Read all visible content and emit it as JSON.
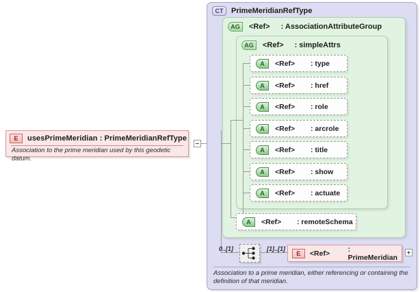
{
  "diagram": {
    "title": "PrimeMeridianRefType",
    "source_element": {
      "badge": "E",
      "label": "usesPrimeMeridian : PrimeMeridianRefType",
      "documentation": "Association to the prime meridian used by this geodetic datum.",
      "collapse_control": "minus"
    },
    "complex_type": {
      "badge": "CT",
      "name": "PrimeMeridianRefType",
      "documentation": "Association to a prime meridian, either referencing or containing the definition of that meridian."
    },
    "attribute_groups": [
      {
        "badge": "AG",
        "ref": "<Ref>",
        "name": ": AssociationAttributeGroup"
      },
      {
        "badge": "AG",
        "ref": "<Ref>",
        "name": ": simpleAttrs"
      }
    ],
    "simple_attrs": [
      {
        "badge": "A",
        "ref": "<Ref>",
        "name": ": type"
      },
      {
        "badge": "A",
        "ref": "<Ref>",
        "name": ": href"
      },
      {
        "badge": "A",
        "ref": "<Ref>",
        "name": ": role"
      },
      {
        "badge": "A",
        "ref": "<Ref>",
        "name": ": arcrole"
      },
      {
        "badge": "A",
        "ref": "<Ref>",
        "name": ": title"
      },
      {
        "badge": "A",
        "ref": "<Ref>",
        "name": ": show"
      },
      {
        "badge": "A",
        "ref": "<Ref>",
        "name": ": actuate"
      }
    ],
    "group_attrs": [
      {
        "badge": "A",
        "ref": "<Ref>",
        "name": ": remoteSchema"
      }
    ],
    "content_model": {
      "compositor": "choice",
      "left_cardinality": "0..[1]",
      "right_cardinality": "[1]..[1]",
      "element": {
        "badge": "E",
        "ref": "<Ref>",
        "name": ": PrimeMeridian",
        "expand_control": "plus"
      }
    },
    "colors": {
      "element_fill": "#fae7e7",
      "element_border": "#d89a9a",
      "complextype_fill": "#dcdcf2",
      "complextype_border": "#a7a7c8",
      "group_fill": "#e1f4e1",
      "group_border": "#b2cfb2",
      "attribute_fill": "#fdfdfd",
      "attribute_border": "#9b9b9b",
      "connector": "#9a9a9a"
    }
  }
}
